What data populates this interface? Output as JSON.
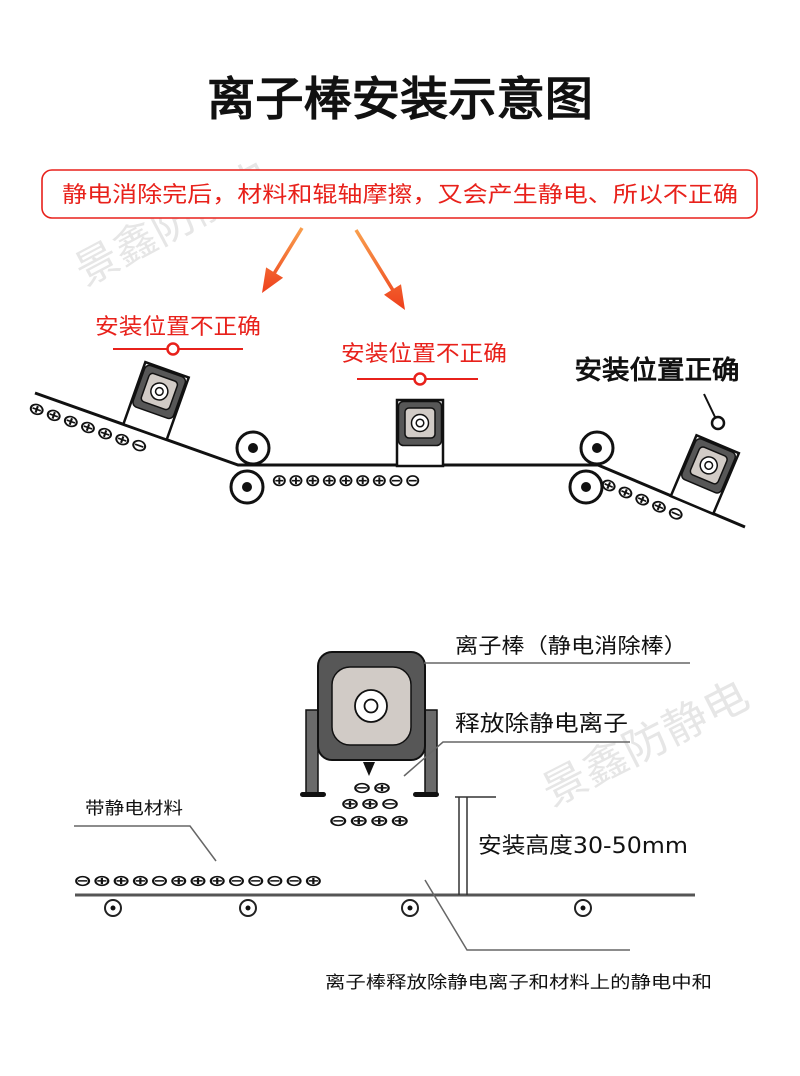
{
  "title": "离子棒安装示意图",
  "watermark": "景鑫防静电",
  "notice": "静电消除完后，材料和辊轴摩擦，又会产生静电、所以不正确",
  "top_diagram": {
    "positions": [
      {
        "label": "安装位置不正确",
        "charges": "⊕⊕⊕⊕⊕⊕⊖"
      },
      {
        "label": "安装位置不正确",
        "charges": "⊕⊕⊕⊕⊕⊕⊕⊖⊖"
      },
      {
        "label": "安装位置正确",
        "charges": "⊕⊕⊕⊕⊖"
      }
    ]
  },
  "bottom_diagram": {
    "ion_bar_label": "离子棒（静电消除棒）",
    "ion_release_label": "释放除静电离子",
    "material_label": "带静电材料",
    "height_label": "安装高度30-50mm",
    "neutralize_caption": "离子棒释放除静电离子和材料上的静电中和",
    "emitted_ions": [
      "⊖⊕",
      "⊕⊕⊖",
      "⊖⊕⊕⊕"
    ],
    "material_charges": "⊖⊕⊕⊕⊖⊕⊕⊕⊖⊖⊖⊖⊕"
  },
  "colors": {
    "incorrect": "#e8211b",
    "correct": "#111111",
    "arrow_start": "#f9a04e",
    "arrow_end": "#ee3f1c",
    "ion_bar_body": "#575757",
    "ion_bar_panel": "#d1cbc6"
  }
}
